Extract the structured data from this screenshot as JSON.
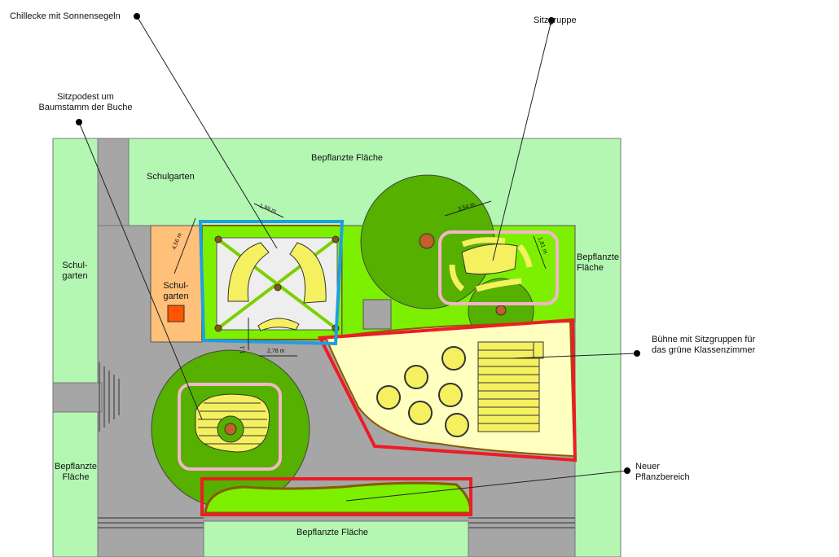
{
  "callouts": {
    "chillecke": "Chillecke mit Sonnensegeln",
    "sitzgruppe": "Sitzgruppe",
    "sitzpodest_line1": "Sitzpodest um",
    "sitzpodest_line2": "Baumstamm der Buche",
    "buehne_line1": "Bühne mit Sitzgruppen für",
    "buehne_line2": "das grüne Klassenzimmer",
    "pflanz_line1": "Neuer",
    "pflanz_line2": "Pflanzbereich"
  },
  "areas": {
    "bepflanzt_top": "Bepflanzte Fläche",
    "schulgarten_top": "Schulgarten",
    "schulgarten_left_1": "Schul-",
    "schulgarten_left_2": "garten",
    "schulgarten_inner_1": "Schul-",
    "schulgarten_inner_2": "garten",
    "bepflanzt_right_1": "Bepflanzte",
    "bepflanzt_right_2": "Fläche",
    "bepflanzt_left_1": "Bepflanzte",
    "bepflanzt_left_2": "Fläche",
    "bepflanzt_bottom": "Bepflanzte Fläche"
  },
  "dimensions": {
    "d1": "1,99 m",
    "d2": "4,56 m",
    "d3": "2,78 m",
    "d4": "1,1",
    "d5": "3,54 m",
    "d6": "1,81 m"
  },
  "colors": {
    "light_green": "#b3f7b3",
    "bright_green": "#7cf000",
    "dark_green": "#55b000",
    "gray": "#a6a6a6",
    "orange": "#ffc07a",
    "cream": "#ffffc0",
    "yellow": "#f5f060",
    "red": "#ee1c24",
    "blue": "#1e9fe0",
    "pink": "#f5b5c8"
  }
}
